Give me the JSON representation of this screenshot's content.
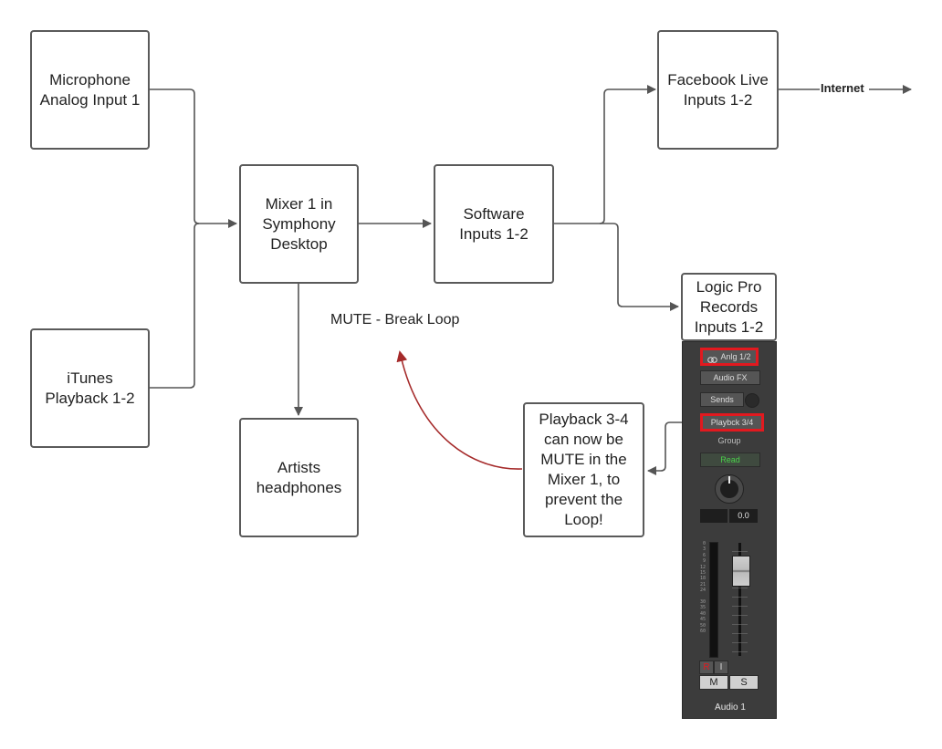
{
  "boxes": {
    "microphone": "Microphone\nAnalog Input 1",
    "itunes": "iTunes\nPlayback 1-2",
    "mixer": "Mixer 1 in\nSymphony\nDesktop",
    "software": "Software\nInputs 1-2",
    "facebook": "Facebook Live\nInputs 1-2",
    "logic": "Logic Pro\nRecords\nInputs 1-2",
    "headphones": "Artists\nheadphones",
    "playback_note": "Playback 3-4\ncan now be\nMUTE in the\nMixer 1, to\nprevent the\nLoop!"
  },
  "labels": {
    "internet": "Internet",
    "mute_loop": "MUTE - Break Loop"
  },
  "channel_strip": {
    "input_slot": "Anlg 1/2",
    "audio_fx": "Audio FX",
    "sends": "Sends",
    "output_slot": "Playbck 3/4",
    "group": "Group",
    "automation": "Read",
    "volume_value": "0.0",
    "meter_scale": [
      "0",
      "3",
      "6",
      "9",
      "12",
      "15",
      "18",
      "21",
      "24",
      "",
      "30",
      "35",
      "40",
      "45",
      "50",
      "60"
    ],
    "record_button": "R",
    "input_monitor_button": "I",
    "mute_button": "M",
    "solo_button": "S",
    "track_name": "Audio 1"
  },
  "colors": {
    "box_border": "#5a5a5a",
    "arrow": "#555555",
    "loop_arrow": "#a52a2a",
    "strip_background": "#3c3c3c",
    "highlight": "#e2191f",
    "read_green": "#4bd14b"
  }
}
